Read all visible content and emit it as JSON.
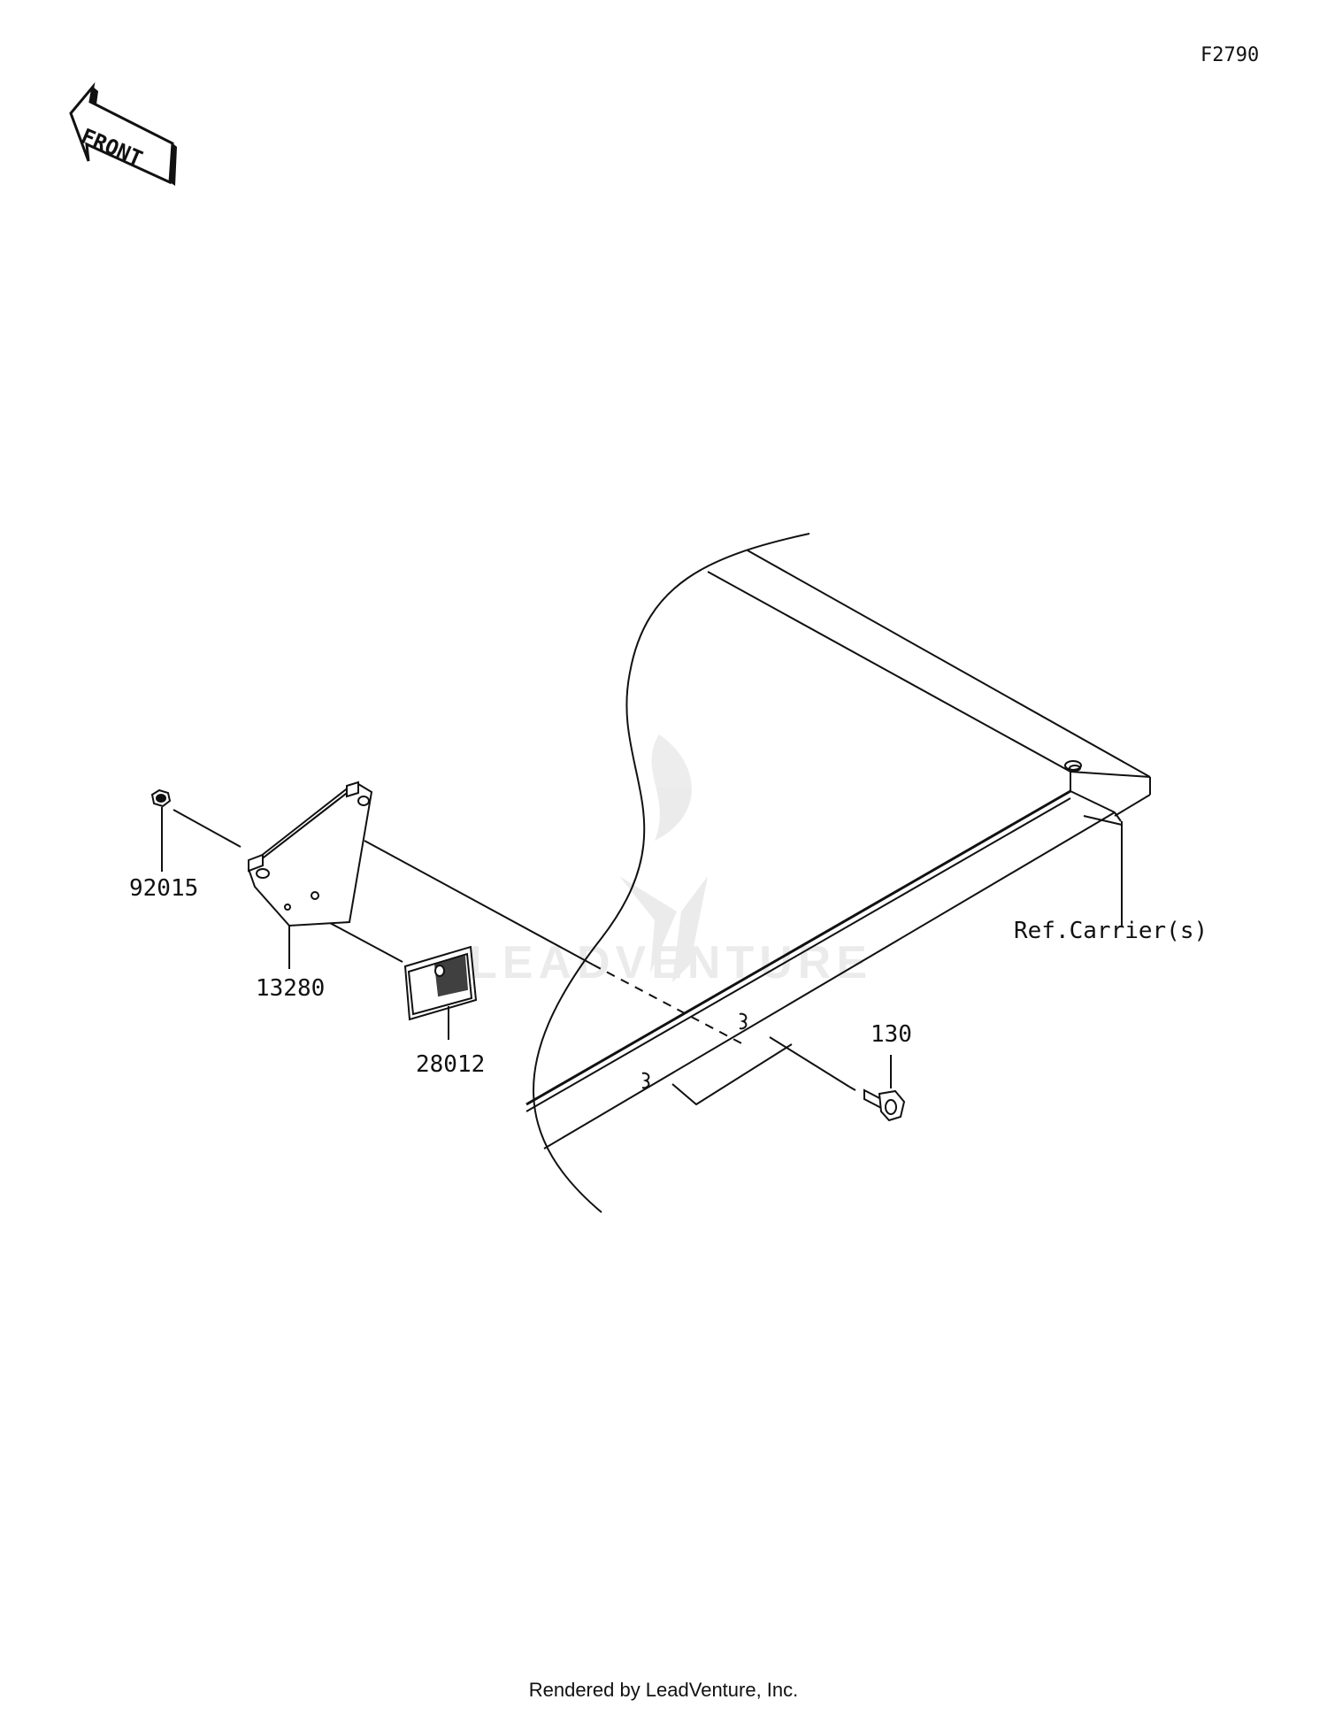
{
  "figure_id": "F2790",
  "front_label": "FRONT",
  "watermark": "LEADVENTURE",
  "parts": [
    {
      "number": "92015"
    },
    {
      "number": "13280"
    },
    {
      "number": "28012"
    },
    {
      "number": "130"
    }
  ],
  "reference_label": "Ref.Carrier(s)",
  "footer": "Rendered by LeadVenture, Inc."
}
